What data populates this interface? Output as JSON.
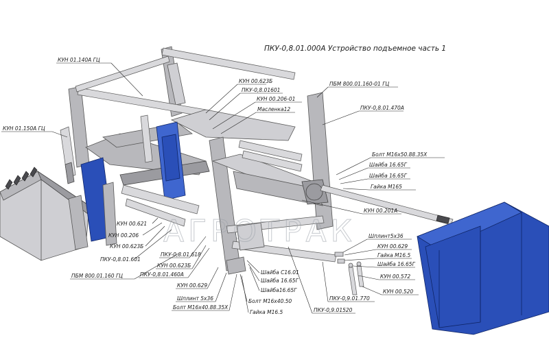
{
  "title": "ПКУ-0,8.01.000А Устройство подъемное часть 1",
  "watermark": "АГРОТРАК",
  "colors": {
    "frame": "#b8b8bc",
    "bucket": "#2a4fb8",
    "outline": "#555555"
  },
  "labels": {
    "kun01140a": "КУН 01.140А ГЦ",
    "kun01150a": "КУН 01.150А ГЦ",
    "kun00623b_top": "КУН 00.623Б",
    "pku0801601_top": "ПКУ-0,8.01601",
    "kun00206_01": "КУН 00.206-01",
    "maslenka": "Масленка12",
    "pbm80001160_01": "ПБМ 800.01.160-01 ГЦ",
    "pku080147a": "ПКУ-0,8.01.470А",
    "bolt_m16x50": "Болт М16х50.88.35Х",
    "shayba_165_a": "Шайба 16.65Г",
    "shayba_165_b": "Шайба 16.65Г",
    "gayka_m165": "Гайка М165",
    "kun00201a": "КУН 00.201А",
    "kun00621": "КУН 00.621",
    "kun00206": "КУН 00.206",
    "kun00623b_mid": "КУН 00.623Б",
    "pku080160_1": "ПКУ-0,8.01.601",
    "pku0801618": "ПКУ-0,8.01.618",
    "kun00623b_low": "КУН 00.623Б",
    "pku0801460a": "ПКУ-0,8.01.460А",
    "pbm80001160": "ПБМ 800.01.160 ГЦ",
    "kun00629_left": "КУН 00.629",
    "shplint_left": "Шплинт 5х36",
    "bolt_m16x40": "Болт М16х40.88.35Х",
    "shayba_c1601": "Шайба С16.01",
    "shayba_1665g_c": "Шайба 16.65Г",
    "shayba_1665g_d": "Шайба16.65Г",
    "bolt_m16x40_50": "Болт М16х40.50",
    "gayka_m165_low": "Гайка М16.5",
    "pku0809001770": "ПКУ-0,9.01.770",
    "pku0901520": "ПКУ-0,9.01520",
    "shplint_right": "Шплинт5х36",
    "kun00629_right": "КУН 00.629",
    "gayka_m165_right": "Гайка М16.5",
    "shayba_1665g_right": "Шайба 16.65Г",
    "kun00572": "КУН 00.572",
    "kun00520": "КУН 00.520"
  }
}
